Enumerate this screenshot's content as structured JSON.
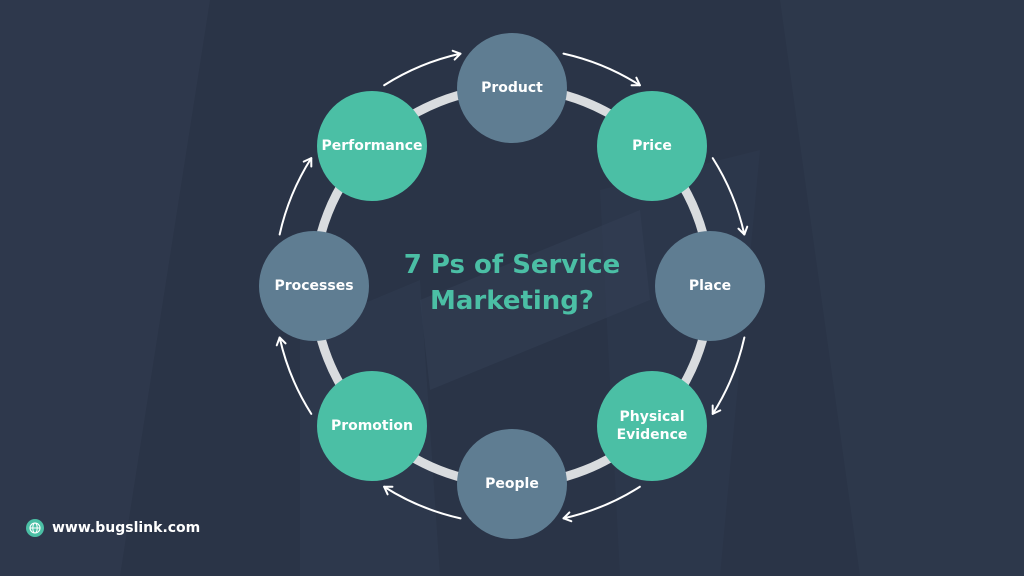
{
  "diagram": {
    "title_line1": "7 Ps of Service",
    "title_line2": "Marketing?",
    "nodes": [
      {
        "label": "Product",
        "style": "slate"
      },
      {
        "label": "Price",
        "style": "teal"
      },
      {
        "label": "Place",
        "style": "slate"
      },
      {
        "label": "Physical\nEvidence",
        "style": "teal"
      },
      {
        "label": "People",
        "style": "slate"
      },
      {
        "label": "Promotion",
        "style": "teal"
      },
      {
        "label": "Processes",
        "style": "slate"
      },
      {
        "label": "Performance",
        "style": "teal"
      }
    ],
    "arrow_direction": "clockwise",
    "cycle_ring_color": "#d9dcdf"
  },
  "footer": {
    "website": "www.bugslink.com",
    "icon": "globe-icon"
  },
  "colors": {
    "background": "#2a3447",
    "teal": "#4bbfa5",
    "slate": "#5f7d92",
    "text": "#ffffff"
  }
}
